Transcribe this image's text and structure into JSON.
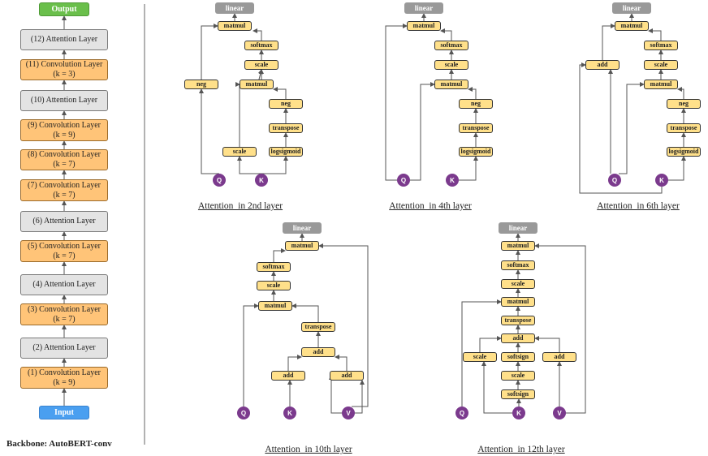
{
  "backbone": {
    "title": "Backbone: AutoBERT-conv",
    "layers": [
      {
        "kind": "output",
        "label": "Output"
      },
      {
        "kind": "attention",
        "label": "(12) Attention Layer"
      },
      {
        "kind": "conv",
        "label": "(11) Convolution Layer\n(k = 3)"
      },
      {
        "kind": "attention",
        "label": "(10) Attention Layer"
      },
      {
        "kind": "conv",
        "label": "(9) Convolution Layer\n(k = 9)"
      },
      {
        "kind": "conv",
        "label": "(8) Convolution Layer\n(k = 7)"
      },
      {
        "kind": "conv",
        "label": "(7) Convolution Layer\n(k = 7)"
      },
      {
        "kind": "attention",
        "label": "(6) Attention Layer"
      },
      {
        "kind": "conv",
        "label": "(5) Convolution Layer\n(k = 7)"
      },
      {
        "kind": "attention",
        "label": "(4) Attention Layer"
      },
      {
        "kind": "conv",
        "label": "(3) Convolution Layer\n(k = 7)"
      },
      {
        "kind": "attention",
        "label": "(2) Attention Layer"
      },
      {
        "kind": "conv",
        "label": "(1) Convolution Layer\n(k = 9)"
      },
      {
        "kind": "input",
        "label": "Input"
      }
    ]
  },
  "graphs": [
    {
      "caption": "Attention  in 2nd layer",
      "nodes": [
        {
          "id": "linear",
          "label": "linear"
        },
        {
          "id": "matmul_out",
          "label": "matmul"
        },
        {
          "id": "softmax",
          "label": "softmax"
        },
        {
          "id": "scale_main",
          "label": "scale"
        },
        {
          "id": "neg_q",
          "label": "neg"
        },
        {
          "id": "matmul_in",
          "label": "matmul"
        },
        {
          "id": "neg_k",
          "label": "neg"
        },
        {
          "id": "transpose",
          "label": "transpose"
        },
        {
          "id": "scale_k",
          "label": "scale"
        },
        {
          "id": "logsigmoid",
          "label": "logsigmoid"
        },
        {
          "id": "Q",
          "label": "Q"
        },
        {
          "id": "K",
          "label": "K"
        }
      ]
    },
    {
      "caption": "Attention  in 4th layer",
      "nodes": [
        {
          "id": "linear",
          "label": "linear"
        },
        {
          "id": "matmul_out",
          "label": "matmul"
        },
        {
          "id": "softmax",
          "label": "softmax"
        },
        {
          "id": "scale",
          "label": "scale"
        },
        {
          "id": "matmul_in",
          "label": "matmul"
        },
        {
          "id": "neg",
          "label": "neg"
        },
        {
          "id": "transpose",
          "label": "transpose"
        },
        {
          "id": "logsigmoid",
          "label": "logsigmoid"
        },
        {
          "id": "Q",
          "label": "Q"
        },
        {
          "id": "K",
          "label": "K"
        }
      ]
    },
    {
      "caption": "Attention  in 6th layer",
      "nodes": [
        {
          "id": "linear",
          "label": "linear"
        },
        {
          "id": "matmul_out",
          "label": "matmul"
        },
        {
          "id": "add",
          "label": "add"
        },
        {
          "id": "softmax",
          "label": "softmax"
        },
        {
          "id": "scale",
          "label": "scale"
        },
        {
          "id": "matmul_in",
          "label": "matmul"
        },
        {
          "id": "neg",
          "label": "neg"
        },
        {
          "id": "transpose",
          "label": "transpose"
        },
        {
          "id": "logsigmoid",
          "label": "logsigmoid"
        },
        {
          "id": "Q",
          "label": "Q"
        },
        {
          "id": "K",
          "label": "K"
        }
      ]
    },
    {
      "caption": "Attention  in 10th layer",
      "nodes": [
        {
          "id": "linear",
          "label": "linear"
        },
        {
          "id": "matmul_out",
          "label": "matmul"
        },
        {
          "id": "softmax",
          "label": "softmax"
        },
        {
          "id": "scale",
          "label": "scale"
        },
        {
          "id": "matmul_in",
          "label": "matmul"
        },
        {
          "id": "transpose",
          "label": "transpose"
        },
        {
          "id": "add_top",
          "label": "add"
        },
        {
          "id": "add_k",
          "label": "add"
        },
        {
          "id": "add_v",
          "label": "add"
        },
        {
          "id": "Q",
          "label": "Q"
        },
        {
          "id": "K",
          "label": "K"
        },
        {
          "id": "V",
          "label": "V"
        }
      ]
    },
    {
      "caption": "Attention  in 12th layer",
      "nodes": [
        {
          "id": "linear",
          "label": "linear"
        },
        {
          "id": "matmul_out",
          "label": "matmul"
        },
        {
          "id": "softmax",
          "label": "softmax"
        },
        {
          "id": "scale_top",
          "label": "scale"
        },
        {
          "id": "matmul_in",
          "label": "matmul"
        },
        {
          "id": "transpose",
          "label": "transpose"
        },
        {
          "id": "add_center",
          "label": "add"
        },
        {
          "id": "scale_left",
          "label": "scale"
        },
        {
          "id": "softsign_top",
          "label": "softsign"
        },
        {
          "id": "add_right",
          "label": "add"
        },
        {
          "id": "scale_mid",
          "label": "scale"
        },
        {
          "id": "softsign_bottom",
          "label": "softsign"
        },
        {
          "id": "Q",
          "label": "Q"
        },
        {
          "id": "K",
          "label": "K"
        },
        {
          "id": "V",
          "label": "V"
        }
      ]
    }
  ]
}
